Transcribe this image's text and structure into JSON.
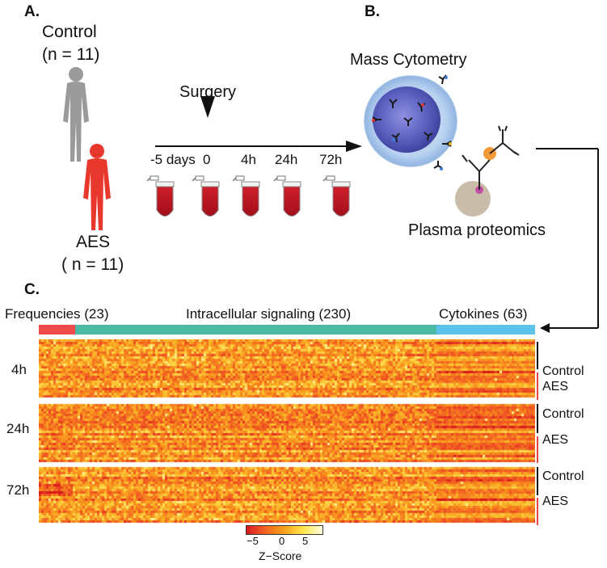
{
  "panels": {
    "a": "A.",
    "b": "B.",
    "c": "C."
  },
  "groups": {
    "control_title": "Control",
    "control_n": "(n = 11)",
    "aes_title": "AES",
    "aes_n": "( n = 11)"
  },
  "timeline": {
    "event": "Surgery",
    "points": [
      "-5 days",
      "0",
      "4h",
      "24h",
      "72h"
    ]
  },
  "methods": {
    "mass_cytometry": "Mass Cytometry",
    "plasma_proteomics": "Plasma proteomics"
  },
  "heatmap": {
    "categories": [
      {
        "label": "Frequencies (23)",
        "count": 23,
        "color": "#ef4b4b"
      },
      {
        "label": "Intracellular signaling (230)",
        "count": 230,
        "color": "#4cb8a6"
      },
      {
        "label": "Cytokines (63)",
        "count": 63,
        "color": "#5bc2ea"
      }
    ],
    "timepoints": [
      "4h",
      "24h",
      "72h"
    ],
    "groups": [
      {
        "label": "Control",
        "color": "#111111"
      },
      {
        "label": "AES",
        "color": "#e84545"
      }
    ],
    "colorbar": {
      "ticks": [
        "−5",
        "0",
        "5"
      ],
      "tick_values": [
        -5,
        0,
        5
      ],
      "range": [
        -8,
        8
      ],
      "label": "Z−Score",
      "colors": [
        "#d7191c",
        "#f26522",
        "#f7a21c",
        "#fde74c",
        "#ffffe0"
      ]
    }
  },
  "colors": {
    "control_figure": "#9a9a9a",
    "aes_figure": "#e8372c",
    "tube_blood": "#c1121f",
    "cell_membrane": "#a8c8ee",
    "cell_nucleus": "#5a5fbf"
  }
}
